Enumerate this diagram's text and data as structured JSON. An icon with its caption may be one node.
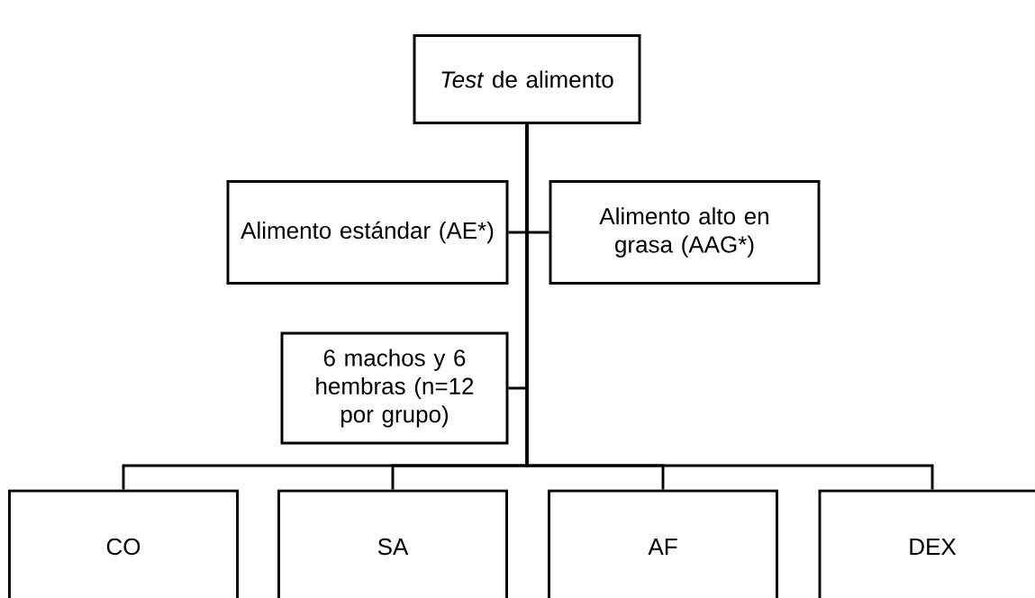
{
  "diagram": {
    "nodes": [
      {
        "text": [
          "*Test* de alimento"
        ]
      },
      {
        "text": [
          "Alimento estándar (AE*)"
        ]
      },
      {
        "text": [
          "Alimento alto en grasa (AAG*)"
        ]
      },
      {
        "text": [
          "6 machos y 6 hembras (n=12 por grupo)"
        ]
      },
      {
        "text": [
          "CO"
        ]
      },
      {
        "text": [
          "SA"
        ]
      },
      {
        "text": [
          "AF"
        ]
      },
      {
        "text": [
          "DEX"
        ]
      }
    ],
    "edges": [
      {
        "from": 0,
        "to": 1,
        "arrow": "none"
      },
      {
        "from": 0,
        "to": 2,
        "arrow": "none"
      },
      {
        "from": 0,
        "to": 3,
        "arrow": "none"
      },
      {
        "from": 0,
        "to": 4,
        "arrow": "none"
      },
      {
        "from": 0,
        "to": 5,
        "arrow": "none"
      },
      {
        "from": 0,
        "to": 6,
        "arrow": "none"
      },
      {
        "from": 0,
        "to": 7,
        "arrow": "none"
      }
    ]
  }
}
